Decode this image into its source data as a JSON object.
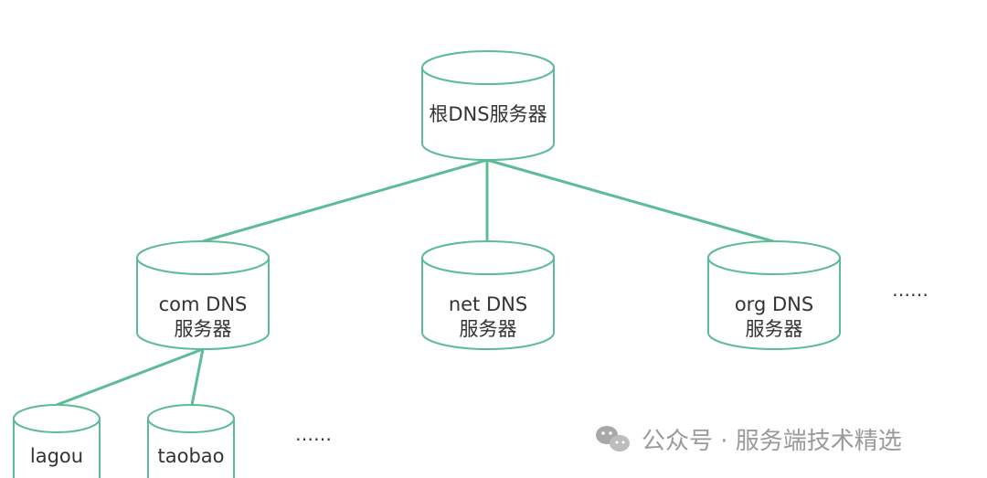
{
  "diagram": {
    "root": {
      "line1": "根DNS服务器"
    },
    "tld": [
      {
        "line1": "com DNS",
        "line2": "服务器"
      },
      {
        "line1": "net DNS",
        "line2": "服务器"
      },
      {
        "line1": "org DNS",
        "line2": "服务器"
      }
    ],
    "tld_more": "……",
    "second_level": [
      {
        "line1": "lagou"
      },
      {
        "line1": "taobao"
      }
    ],
    "second_more": "……"
  },
  "watermark": {
    "text": "公众号 · 服务端技术精选",
    "icon": "wechat-icon",
    "color": "#9a9a9a"
  },
  "colors": {
    "stroke": "#5dbb95",
    "text": "#333333"
  }
}
